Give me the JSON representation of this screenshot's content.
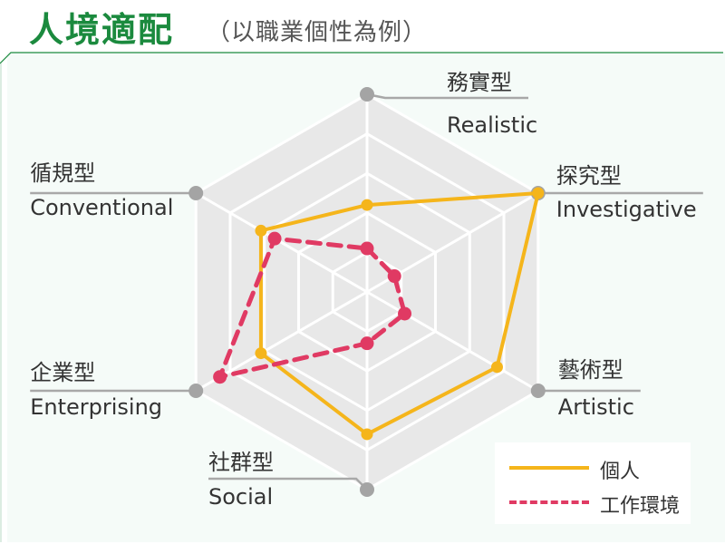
{
  "header": {
    "title": "人境適配",
    "subtitle": "（以職業個性為例）"
  },
  "chart_data": {
    "type": "radar",
    "axes": [
      {
        "zh": "務實型",
        "en": "Realistic"
      },
      {
        "zh": "探究型",
        "en": "Investigative"
      },
      {
        "zh": "藝術型",
        "en": "Artistic"
      },
      {
        "zh": "社群型",
        "en": "Social"
      },
      {
        "zh": "企業型",
        "en": "Enterprising"
      },
      {
        "zh": "循規型",
        "en": "Conventional"
      }
    ],
    "max": 5,
    "levels": 5,
    "series": [
      {
        "name": "個人",
        "values": [
          2.2,
          5.0,
          3.8,
          3.6,
          3.1,
          3.1
        ],
        "color": "#f5b51b",
        "style": "solid"
      },
      {
        "name": "工作環境",
        "values": [
          1.1,
          0.8,
          1.1,
          1.3,
          4.3,
          2.7
        ],
        "color": "#e03a63",
        "style": "dashed"
      }
    ],
    "grid_color": "#ffffff",
    "background_color": "#e8e8e8"
  }
}
